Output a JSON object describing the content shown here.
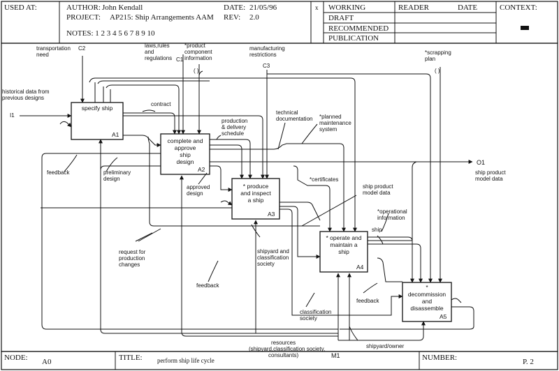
{
  "header": {
    "used_at": "USED AT:",
    "author_label": "AUTHOR:",
    "author": "John Kendall",
    "project_label": "PROJECT:",
    "project": "AP215: Ship Arrangements AAM",
    "date_label": "DATE:",
    "date": "21/05/96",
    "rev_label": "REV:",
    "rev": "2.0",
    "notes": "NOTES: 1 2 3 4 5 6 7 8 9 10",
    "status_mark": "x",
    "status": [
      "WORKING",
      "DRAFT",
      "RECOMMENDED",
      "PUBLICATION"
    ],
    "reader": "READER",
    "reader_date": "DATE",
    "context": "CONTEXT:"
  },
  "footer": {
    "node_label": "NODE:",
    "node": "A0",
    "title_label": "TITLE:",
    "title": "perform ship life cycle",
    "number_label": "NUMBER:",
    "page": "P. 2"
  },
  "boxes": [
    {
      "lines": [
        "specify ship"
      ],
      "num": "A1"
    },
    {
      "lines": [
        "complete and",
        "approve",
        "ship",
        "design"
      ],
      "num": "A2"
    },
    {
      "lines": [
        "* produce",
        "and inspect",
        "a ship"
      ],
      "num": "A3"
    },
    {
      "lines": [
        "* operate and",
        "maintain a",
        "ship"
      ],
      "num": "A4"
    },
    {
      "lines": [
        "*",
        "decommission",
        "and",
        "disassemble"
      ],
      "num": "A5"
    }
  ],
  "labels": {
    "transport": [
      "transportation",
      "need"
    ],
    "c2": "C2",
    "laws": [
      "laws,rules",
      "and",
      "regulations"
    ],
    "c1": "C1",
    "component": [
      "*product",
      "component",
      "information"
    ],
    "manufacturing": [
      "manufacturing",
      "restrictions"
    ],
    "c3": "C3",
    "scrapping": [
      "*scrapping",
      "plan"
    ],
    "historical": [
      "historical data from",
      "previous designs"
    ],
    "i1": "I1",
    "contract": "contract",
    "production": [
      "production",
      "& delivery",
      "schedule"
    ],
    "technical": [
      "technical",
      "documentation"
    ],
    "planned": [
      "*planned",
      "maintenance",
      "system"
    ],
    "feedback1": "feedback",
    "preliminary": [
      "preliminary",
      "design"
    ],
    "o1": "O1",
    "ship_product": [
      "ship product",
      "model data"
    ],
    "certificates": "*certificates",
    "approved": [
      "approved",
      "design"
    ],
    "ship_model": [
      "ship product",
      "model data"
    ],
    "operational": [
      "*operational",
      "information"
    ],
    "ship": "ship",
    "request": [
      "request for",
      "production",
      "changes"
    ],
    "shipyard": [
      "shipyard and",
      "classification",
      "society"
    ],
    "feedback2": "feedback",
    "feedback3": "feedback",
    "class_society": [
      "classification",
      "society"
    ],
    "shipyard_owner": "shipyard/owner",
    "resources": [
      "resources",
      "(shipyard,classification society,",
      "consultants)"
    ],
    "m1": "M1"
  }
}
